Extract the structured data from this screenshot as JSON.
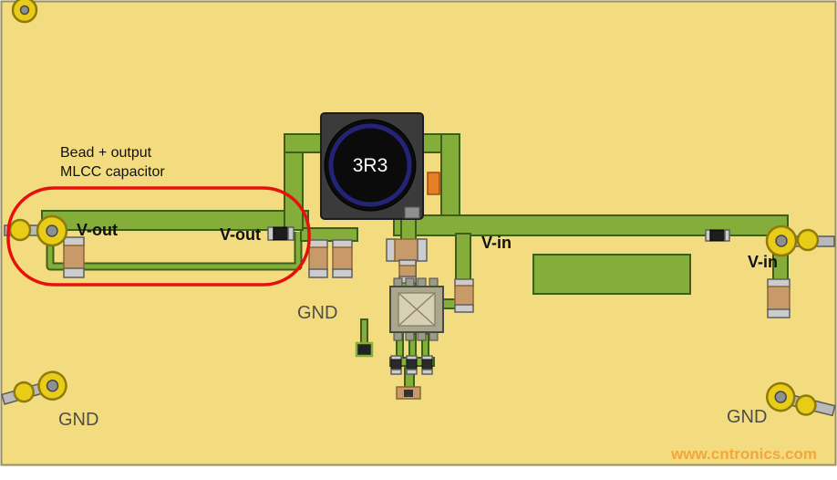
{
  "page": {
    "watermark": "www.cntronics.com"
  },
  "annotation": {
    "callout_line1": "Bead + output",
    "callout_line2": "MLCC capacitor",
    "highlight_color": "#e8100c"
  },
  "labels": {
    "vout_connector": "V-out",
    "vout_bead": "V-out",
    "vin_trace": "V-in",
    "vin_connector": "V-in",
    "gnd_center": "GND",
    "gnd_bottom_left": "GND",
    "gnd_bottom_right": "GND"
  },
  "components": {
    "inductor_value": "3R3"
  },
  "colors": {
    "board": "#f3dc80",
    "trace_fill": "#85ad3a",
    "trace_outline": "#3c5f1a",
    "pad_yellow": "#e8cc17",
    "capacitor_tan": "#c89a6a",
    "inductor_body": "#3b3b3b",
    "inductor_ring": "#232378",
    "watermark": "#f2a73b"
  }
}
